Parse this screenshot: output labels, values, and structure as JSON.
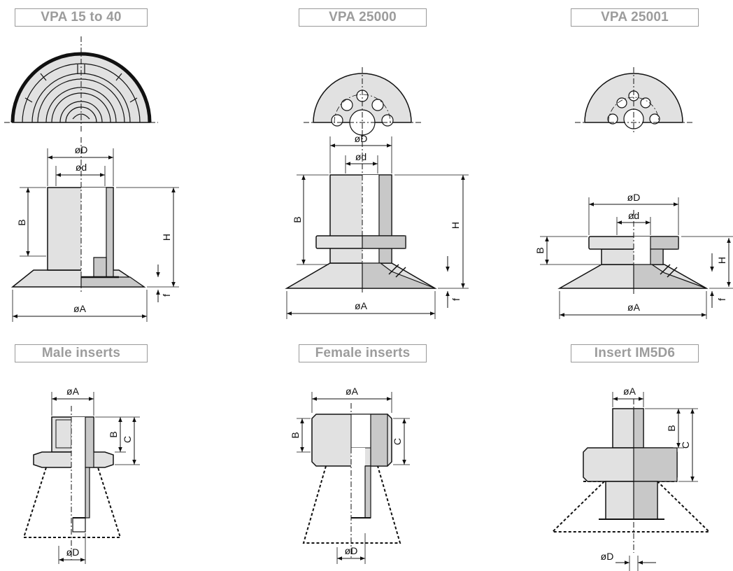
{
  "titles": {
    "vpa15": "VPA 15 to 40",
    "vpa25000": "VPA 25000",
    "vpa25001": "VPA 25001",
    "male": "Male inserts",
    "female": "Female inserts",
    "im5d6": "Insert IM5D6"
  },
  "dims": {
    "oD": "øD",
    "od": "ød",
    "oA": "øA",
    "B": "B",
    "H": "H",
    "f": "f",
    "C": "C"
  },
  "colors": {
    "fill": "#e1e1e1",
    "fill_dark": "#c8c8c8",
    "line": "#111111",
    "title_text": "#9c9c9c"
  }
}
